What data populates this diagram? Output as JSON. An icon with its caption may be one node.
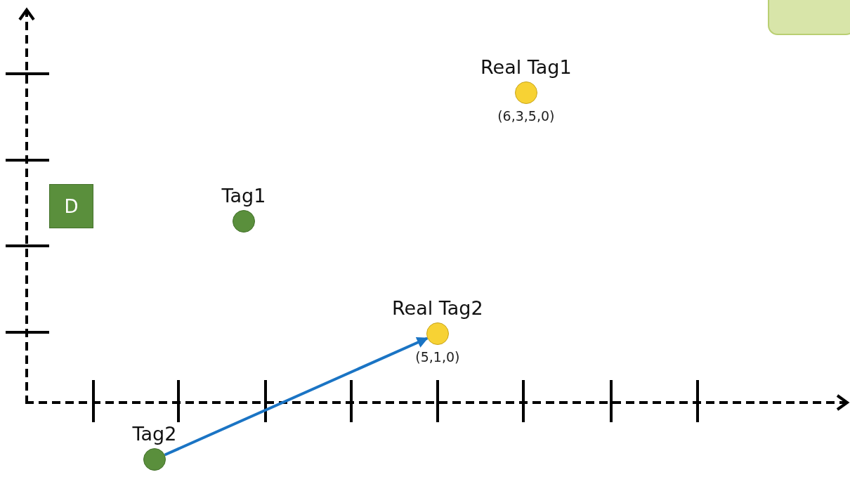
{
  "diagram": {
    "nodes": [
      {
        "text": [],
        "shape": "box"
      },
      {
        "text": [
          "D"
        ]
      },
      {
        "text": [
          "Real Tag1"
        ],
        "beside": [
          "(6,3,5,0)"
        ]
      },
      {
        "text": [
          "Tag1"
        ]
      },
      {
        "text": [
          "Real Tag2"
        ],
        "beside": [
          "(5,1,0)"
        ]
      },
      {
        "text": [
          "Tag2"
        ]
      }
    ],
    "edges": [
      {
        "from": 5,
        "to": 4,
        "arrow": "to"
      }
    ]
  }
}
